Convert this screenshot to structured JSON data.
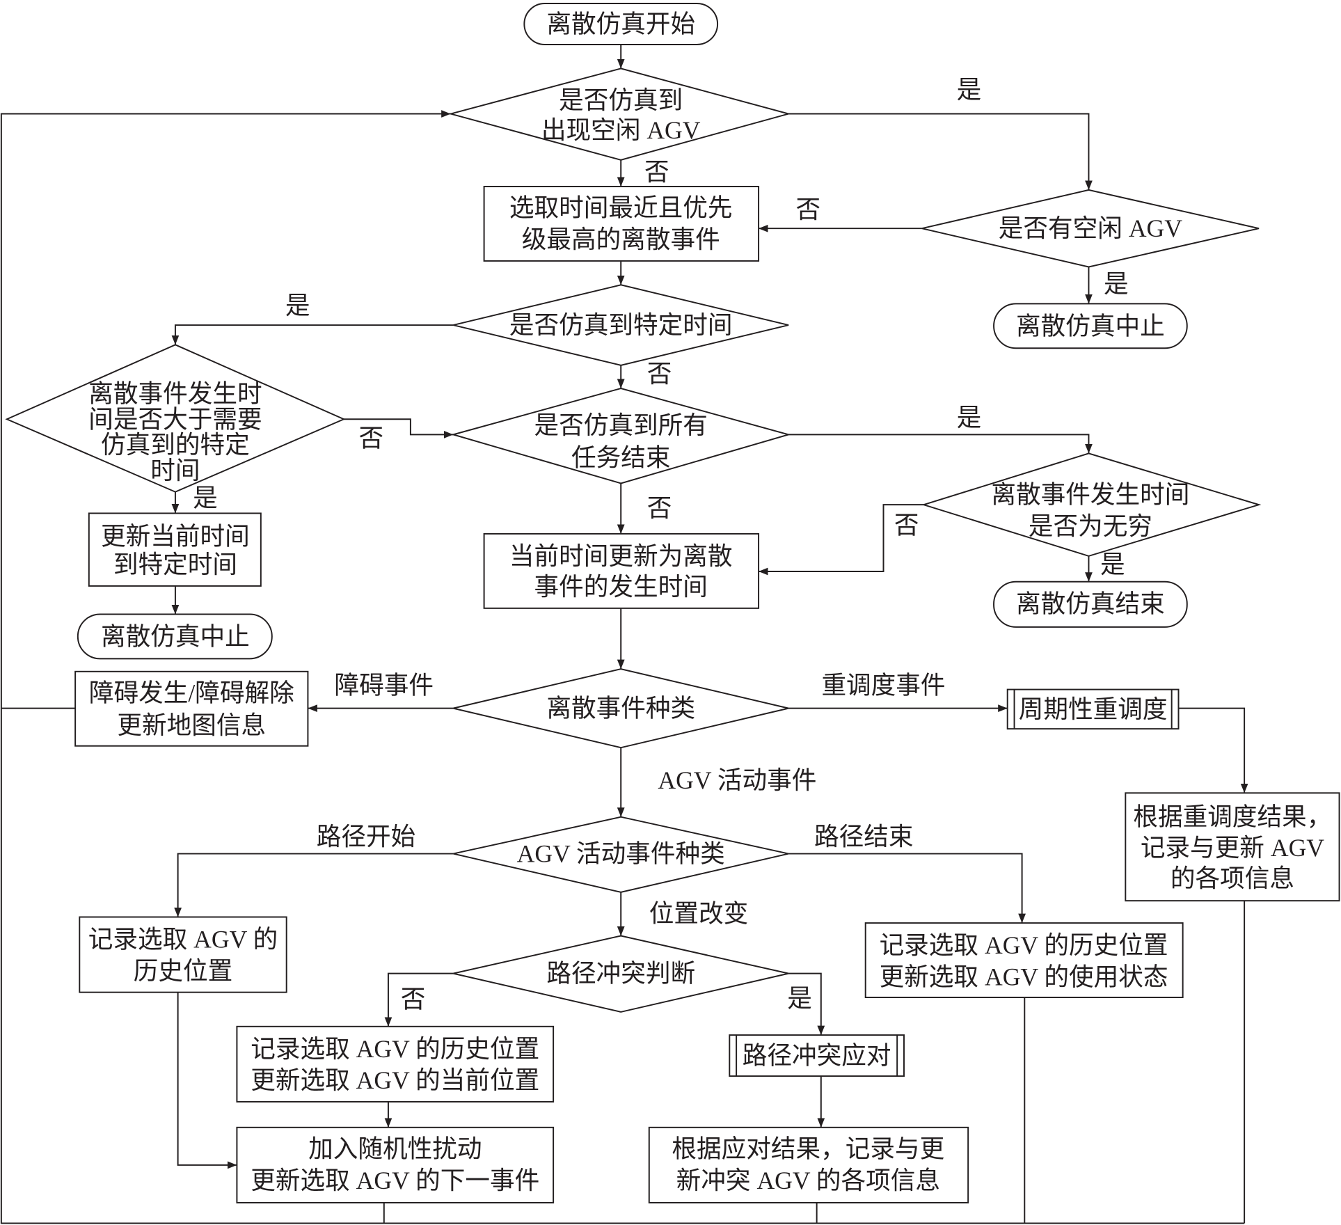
{
  "flowchart": {
    "start": {
      "lines": [
        "离散仿真开始"
      ]
    },
    "d_sim_idle_agv": {
      "lines": [
        "是否仿真到",
        "出现空闲 AGV"
      ]
    },
    "p_select_event": {
      "lines": [
        "选取时间最近且优先",
        "级最高的离散事件"
      ]
    },
    "d_has_idle_agv": {
      "lines": [
        "是否有空闲 AGV"
      ]
    },
    "t_abort_right": {
      "lines": [
        "离散仿真中止"
      ]
    },
    "d_sim_specific_time": {
      "lines": [
        "是否仿真到特定时间"
      ]
    },
    "d_event_time_gt": {
      "lines": [
        "离散事件发生时",
        "间是否大于需要",
        "仿真到的特定",
        "时间"
      ]
    },
    "p_update_time_specific": {
      "lines": [
        "更新当前时间",
        "到特定时间"
      ]
    },
    "t_abort_left": {
      "lines": [
        "离散仿真中止"
      ]
    },
    "d_sim_all_tasks": {
      "lines": [
        "是否仿真到所有",
        "任务结束"
      ]
    },
    "d_event_time_inf": {
      "lines": [
        "离散事件发生时间",
        "是否为无穷"
      ]
    },
    "t_end": {
      "lines": [
        "离散仿真结束"
      ]
    },
    "p_update_time_event": {
      "lines": [
        "当前时间更新为离散",
        "事件的发生时间"
      ]
    },
    "d_event_type": {
      "lines": [
        "离散事件种类"
      ]
    },
    "p_obstacle": {
      "lines": [
        "障碍发生/障碍解除",
        "更新地图信息"
      ]
    },
    "s_periodic_reschedule": {
      "lines": [
        "周期性重调度"
      ]
    },
    "p_reschedule_result": {
      "lines": [
        "根据重调度结果，",
        "记录与更新 AGV",
        "的各项信息"
      ]
    },
    "d_agv_event_type": {
      "lines": [
        "AGV 活动事件种类"
      ]
    },
    "p_path_start": {
      "lines": [
        "记录选取 AGV 的",
        "历史位置"
      ]
    },
    "p_path_end": {
      "lines": [
        "记录选取 AGV 的历史位置",
        "更新选取 AGV 的使用状态"
      ]
    },
    "d_path_conflict": {
      "lines": [
        "路径冲突判断"
      ]
    },
    "p_no_conflict": {
      "lines": [
        "记录选取 AGV 的历史位置",
        "更新选取 AGV 的当前位置"
      ]
    },
    "s_conflict_response": {
      "lines": [
        "路径冲突应对"
      ]
    },
    "p_random_disturbance": {
      "lines": [
        "加入随机性扰动",
        "更新选取 AGV 的下一事件"
      ]
    },
    "p_conflict_result": {
      "lines": [
        "根据应对结果，记录与更",
        "新冲突 AGV 的各项信息"
      ]
    }
  },
  "edge_labels": {
    "idle_agv_yes": "是",
    "idle_agv_no": "否",
    "has_idle_no": "否",
    "has_idle_yes": "是",
    "specific_time_yes": "是",
    "specific_time_no": "否",
    "event_time_gt_no": "否",
    "event_time_gt_yes": "是",
    "all_tasks_yes": "是",
    "all_tasks_no": "否",
    "event_time_inf_no": "否",
    "event_time_inf_yes": "是",
    "obstacle_event": "障碍事件",
    "reschedule_event": "重调度事件",
    "agv_activity_event": "AGV 活动事件",
    "path_start": "路径开始",
    "path_end": "路径结束",
    "position_change": "位置改变",
    "conflict_no": "否",
    "conflict_yes": "是"
  },
  "colors": {
    "line": "#231f20",
    "background": "#ffffff",
    "text": "#231f20"
  }
}
